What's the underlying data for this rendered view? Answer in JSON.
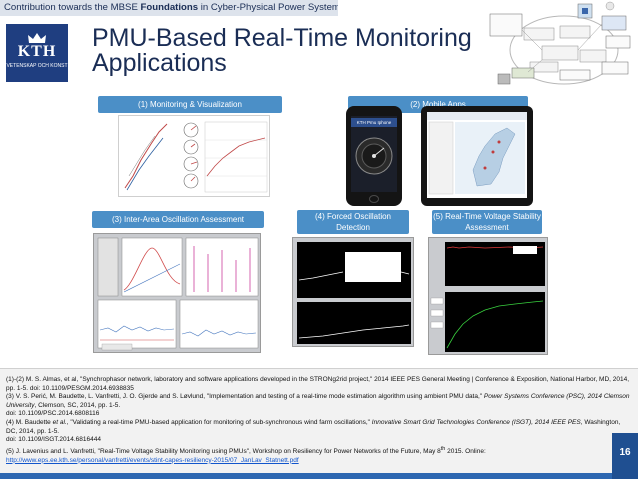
{
  "header": {
    "contribution_prefix": "Contribution towards the MBSE ",
    "contribution_bold": "Foundations",
    "contribution_suffix": " in Cyber-Physical Power Systems"
  },
  "logo": {
    "text": "KTH",
    "subtext": "VETENSKAP OCH KONST"
  },
  "title": {
    "line1": "PMU-Based Real-Time Monitoring",
    "line2": "Applications"
  },
  "sections": {
    "monitoring": "(1) Monitoring & Visualization",
    "mobile": "(2) Mobile Apps",
    "inter_area": "(3) Inter-Area Oscillation Assessment",
    "forced": "(4) Forced Oscillation Detection",
    "voltage": "(5) Real-Time Voltage Stability Assessment"
  },
  "phone": {
    "screen_title": "KTH Pmu Iphone"
  },
  "references": {
    "r1": "(1)-(2) M. S. Almas, et al, \"Synchrophasor network, laboratory and software applications developed in the STRONg2rid project,\" 2014 IEEE PES General Meeting | Conference & Exposition, National Harbor, MD, 2014, pp. 1-5. doi: 10.1109/PESGM.2014.6938835",
    "r3a": "(3) V. S. Perić, M. Baudette, L. Vanfretti, J. O. Gjerde and S. Løvlund, \"Implementation and testing of a real-time mode estimation algorithm using ambient PMU data,\" ",
    "r3b": "Power Systems Conference (PSC), 2014 Clemson University",
    "r3c": ", Clemson, SC, 2014, pp. 1-5.",
    "r3d": "doi: 10.1109/PSC.2014.6808116",
    "r4a": "(4) M. Baudette ",
    "r4b": "et al.",
    "r4c": ", \"Validating a real-time PMU-based application for monitoring of sub-synchronous wind farm oscillations,\" ",
    "r4d": "Innovative Smart Grid Technologies Conference (ISGT), 2014 IEEE PES",
    "r4e": ", Washington, DC, 2014, pp. 1-5.",
    "r4f": "doi: 10.1109/ISGT.2014.6816444",
    "r5a": "(5) J. Lavenius and L. Vanfretti, \"Real-Time Voltage Stability Monitoring using PMUs\", Workshop on Resiliency for Power Networks of the Future, May 8",
    "r5sup": "th",
    "r5b": " 2015. Online:",
    "r5link": "http://www.eps.ee.kth.se/personal/vanfretti/events/stint-capes-resiliency-2015/07_JanLav_Statnett.pdf"
  },
  "page_number": "16",
  "colors": {
    "label_blue": "#4b8fc7",
    "navy": "#1a2d55",
    "kth_blue": "#1f3e80",
    "footer_blue": "#1f4f91"
  }
}
